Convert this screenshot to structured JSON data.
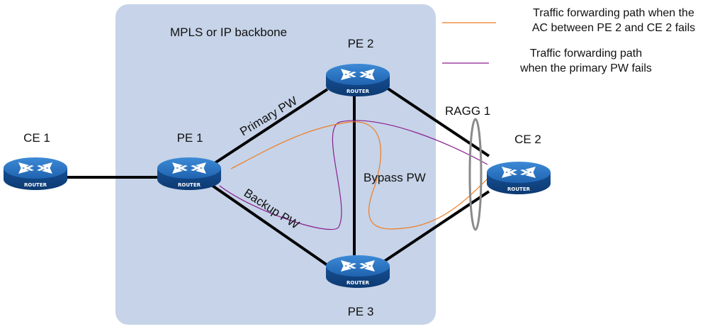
{
  "backbone": {
    "label": "MPLS or IP backbone"
  },
  "routers": {
    "ce1": {
      "name": "CE 1",
      "tag": "ROUTER"
    },
    "pe1": {
      "name": "PE 1",
      "tag": "ROUTER"
    },
    "pe2": {
      "name": "PE 2",
      "tag": "ROUTER"
    },
    "pe3": {
      "name": "PE 3",
      "tag": "ROUTER"
    },
    "ce2": {
      "name": "CE 2",
      "tag": "ROUTER"
    }
  },
  "links": {
    "primary_pw": "Primary PW",
    "backup_pw": "Backup PW",
    "bypass_pw": "Bypass PW",
    "ragg": "RAGG 1"
  },
  "legend": {
    "ac_fail": {
      "line1": "Traffic forwarding path when the",
      "line2": "AC between PE 2 and CE 2 fails",
      "color": "#f07c20"
    },
    "pw_fail": {
      "line1": "Traffic forwarding path",
      "line2": "when the primary PW fails",
      "color": "#8b1f8f"
    }
  },
  "colors": {
    "backbone_fill": "#c6d3e8",
    "router_body": "#1a5aa6",
    "router_top": "#2f78c6"
  }
}
